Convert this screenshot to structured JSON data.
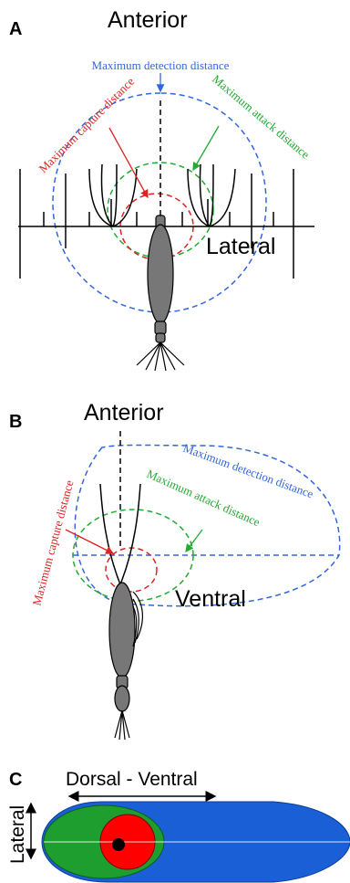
{
  "panel_a": {
    "letter": "A",
    "anterior": "Anterior",
    "lateral": "Lateral",
    "detection": "Maximum detection distance",
    "attack": "Maximum attack distance",
    "capture": "Maximum capture distance"
  },
  "panel_b": {
    "letter": "B",
    "anterior": "Anterior",
    "ventral": "Ventral",
    "detection": "Maximum detection distance",
    "attack": "Maximum attack distance",
    "capture": "Maximum capture distance"
  },
  "panel_c": {
    "letter": "C",
    "dorsal_ventral": "Dorsal - Ventral",
    "lateral": "Lateral"
  },
  "colors": {
    "detection": "#3366dd",
    "attack": "#22aa33",
    "capture": "#dd2222",
    "body": "#777777",
    "zone_detection_fill": "#1a5fd6",
    "zone_attack_fill": "#1e9e2e",
    "zone_capture_fill": "#ff0000"
  }
}
